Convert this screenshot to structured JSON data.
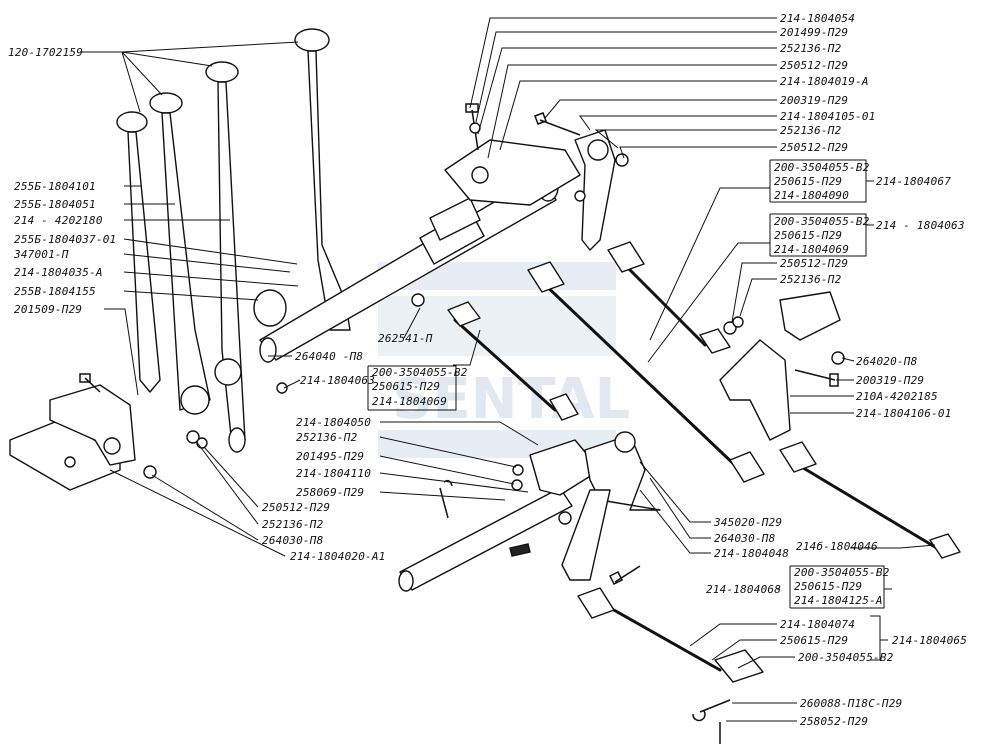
{
  "watermark": "SENTAL",
  "labels": [
    "120-1702159",
    "255Б-1804101",
    "255Б-1804051",
    "214 - 4202180",
    "255Б-1804037-01",
    "347001-П",
    "214-1804035-А",
    "255В-1804155",
    "201509-П29",
    "264040 -П8",
    "214-1804063",
    "262541-П",
    "200-3504055-В2",
    "250615-П29",
    "214-1804069",
    "214-1804050",
    "252136-П2",
    "201495-П29",
    "214-1804110",
    "258069-П29",
    "250512-П29",
    "252136-П2",
    "264030-П8",
    "214-1804020-А1",
    "214-1804054",
    "201499-П29",
    "252136-П2",
    "250512-П29",
    "214-1804019-А",
    "200319-П29",
    "214-1804105-01",
    "252136-П2",
    "250512-П29",
    "200-3504055-В2",
    "250615-П29",
    "214-1804090",
    "214-1804067",
    "200-3504055-В2",
    "250615-П29",
    "214-1804069",
    "214 - 1804063",
    "250512-П29",
    "252136-П2",
    "264020-П8",
    "200319-П29",
    "210А-4202185",
    "214-1804106-01",
    "345020-П29",
    "264030-П8",
    "214-1804048",
    "214б-1804046",
    "214-1804068",
    "200-3504055-В2",
    "250615-П29",
    "214-1804125-А",
    "214-1804074",
    "250615-П29",
    "200-3504055-В2",
    "214-1804065",
    "260088-П18С-П29",
    "258052-П29"
  ]
}
